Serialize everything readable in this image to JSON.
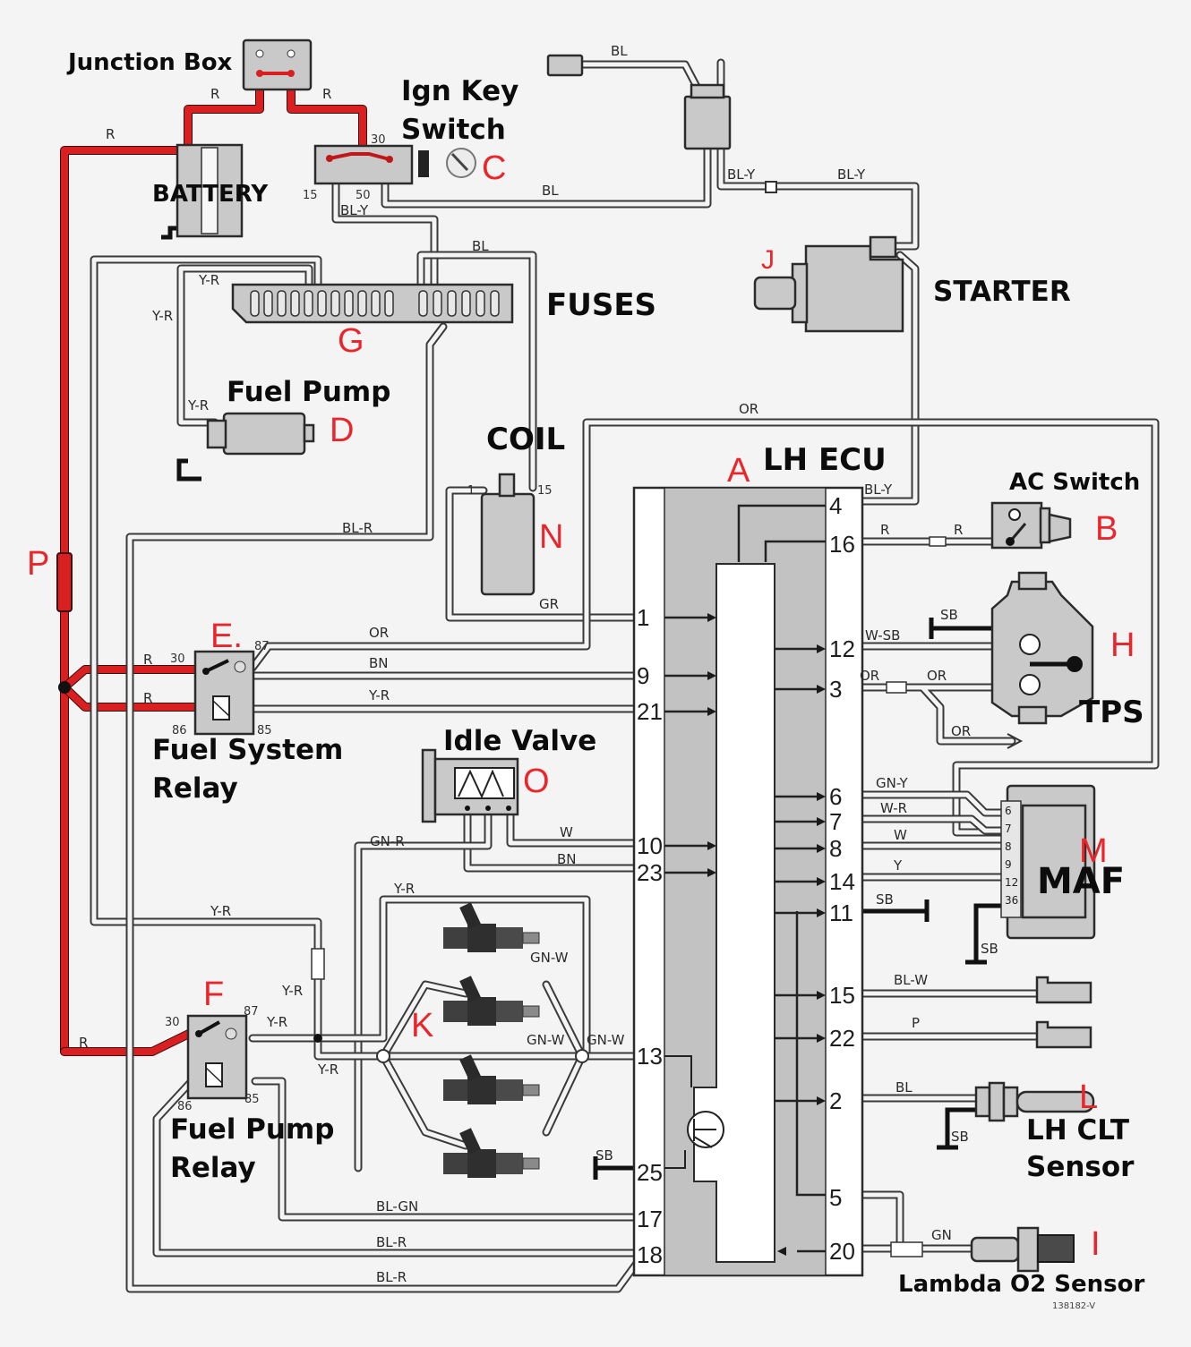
{
  "diagram": {
    "title": "LH Jetronic Fuel Injection Wiring Diagram",
    "reference_code": "138182-V",
    "components": {
      "junction_box": {
        "label": "Junction Box"
      },
      "ign_key_switch": {
        "label_line1": "Ign Key",
        "label_line2": "Switch",
        "letter": "C",
        "terminals": [
          "30",
          "15",
          "50"
        ]
      },
      "battery": {
        "label": "BATTERY"
      },
      "fuses": {
        "label": "FUSES",
        "letter": "G"
      },
      "fuel_pump": {
        "label": "Fuel Pump",
        "letter": "D"
      },
      "coil": {
        "label": "COIL",
        "letter": "N",
        "terminals": [
          "1",
          "15"
        ]
      },
      "starter": {
        "label": "STARTER",
        "letter": "J"
      },
      "lh_ecu": {
        "label": "LH ECU",
        "letter": "A",
        "left_pins": [
          "1",
          "9",
          "21",
          "10",
          "23",
          "13",
          "25",
          "17",
          "18"
        ],
        "right_pins": [
          "4",
          "16",
          "12",
          "3",
          "6",
          "7",
          "8",
          "14",
          "11",
          "15",
          "22",
          "2",
          "5",
          "20"
        ]
      },
      "ac_switch": {
        "label": "AC Switch",
        "letter": "B"
      },
      "tps": {
        "label": "TPS",
        "letter": "H"
      },
      "maf": {
        "label": "MAF",
        "letter": "M",
        "pin_numbers": [
          "6",
          "7",
          "8",
          "9",
          "12",
          "36"
        ]
      },
      "lh_clt_sensor": {
        "label_line1": "LH CLT",
        "label_line2": "Sensor",
        "letter": "L"
      },
      "lambda_o2_sensor": {
        "label": "Lambda O2 Sensor",
        "letter": "I"
      },
      "fuel_system_relay": {
        "label_line1": "Fuel System",
        "label_line2": "Relay",
        "letter": "E.",
        "terminals": [
          "30",
          "87",
          "86",
          "85"
        ]
      },
      "idle_valve": {
        "label": "Idle Valve",
        "letter": "O"
      },
      "fuel_pump_relay": {
        "label_line1": "Fuel Pump",
        "label_line2": "Relay",
        "letter": "F",
        "terminals": [
          "30",
          "87",
          "86",
          "85"
        ]
      },
      "injectors": {
        "letter": "K"
      },
      "fuse_p": {
        "letter": "P"
      }
    },
    "wire_codes": {
      "r": "R",
      "bl": "BL",
      "bl_y": "BL-Y",
      "bl_r": "BL-R",
      "y_r": "Y-R",
      "or": "OR",
      "bn": "BN",
      "gr": "GR",
      "w_sb": "W-SB",
      "gn_y": "GN-Y",
      "w_r": "W-R",
      "w": "W",
      "y": "Y",
      "sb": "SB",
      "bl_w": "BL-W",
      "p": "P",
      "gn": "GN",
      "gn_r": "GN-R",
      "gn_w": "GN-W",
      "bl_gn": "BL-GN"
    },
    "colors": {
      "power_wire": "#d91f1f",
      "component_letter": "#e8262b",
      "component_fill": "#c9c9c9",
      "background": "#f4f4f4"
    }
  }
}
